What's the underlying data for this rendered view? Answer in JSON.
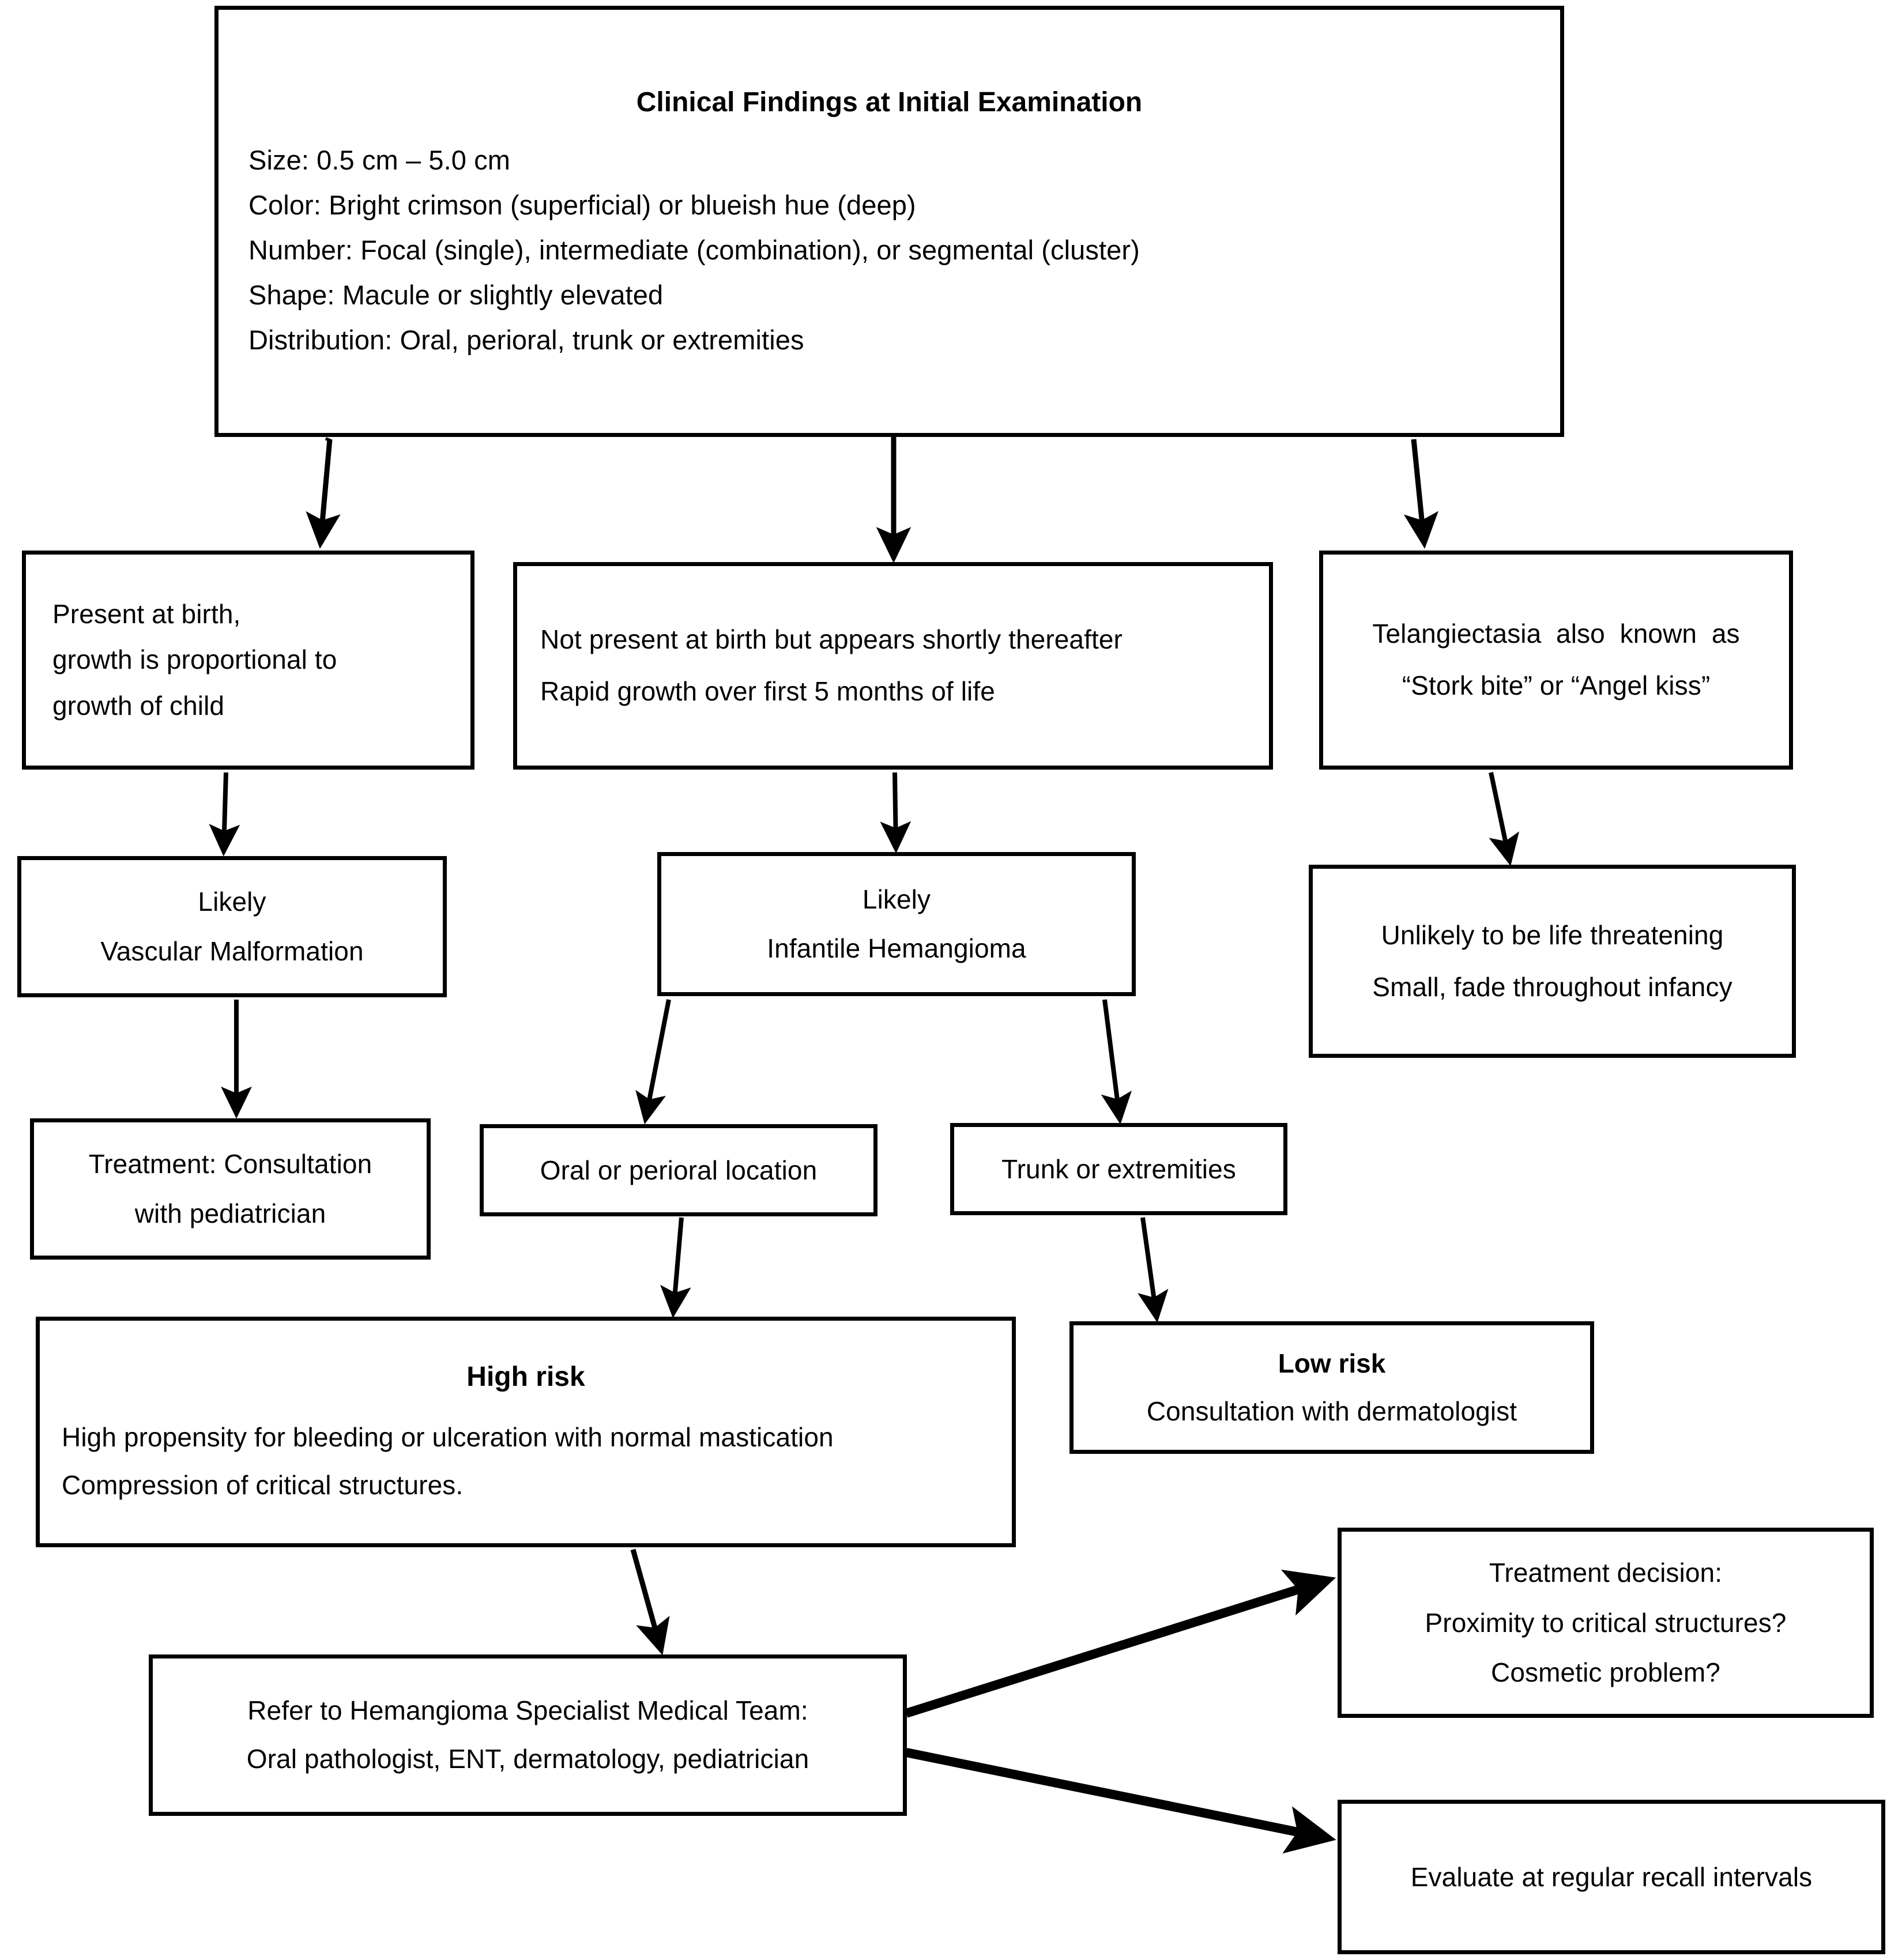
{
  "diagram": {
    "type": "flowchart",
    "title": "Clinical Findings at Initial Examination",
    "accent_color": "#000000",
    "background_color": "#ffffff"
  },
  "nodes": {
    "clinical_findings": {
      "title": "Clinical Findings at Initial Examination",
      "lines": [
        "Size: 0.5 cm – 5.0 cm",
        "Color: Bright crimson (superficial) or blueish hue (deep)",
        "Number: Focal (single), intermediate (combination), or segmental (cluster)",
        "Shape: Macule or slightly elevated",
        "Distribution: Oral, perioral, trunk or extremities"
      ]
    },
    "present_at_birth": {
      "lines": [
        "Present at birth,",
        "growth is proportional to",
        "growth of child"
      ]
    },
    "not_present_at_birth": {
      "lines": [
        "Not present at birth but appears shortly thereafter",
        "Rapid growth over first 5 months of life"
      ]
    },
    "telangiectasia": {
      "lines": [
        "Telangiectasia  also  known  as",
        "“Stork bite” or “Angel kiss”"
      ]
    },
    "vascular_malformation": {
      "lines": [
        "Likely",
        "Vascular Malformation"
      ]
    },
    "infantile_hemangioma": {
      "lines": [
        "Likely",
        "Infantile Hemangioma"
      ]
    },
    "unlikely_life_threatening": {
      "lines": [
        "Unlikely to be life threatening",
        "Small, fade throughout infancy"
      ]
    },
    "treatment_pediatrician": {
      "lines": [
        "Treatment: Consultation",
        "with pediatrician"
      ]
    },
    "oral_perioral": {
      "lines": [
        "Oral or perioral location"
      ]
    },
    "trunk_extremities": {
      "lines": [
        "Trunk or extremities"
      ]
    },
    "high_risk": {
      "title": "High risk",
      "lines": [
        "High propensity for bleeding or ulceration with normal mastication",
        "Compression of critical structures."
      ]
    },
    "low_risk": {
      "title": "Low risk",
      "lines": [
        "Consultation with dermatologist"
      ]
    },
    "refer_specialist": {
      "lines": [
        "Refer to Hemangioma Specialist Medical Team:",
        "Oral pathologist, ENT, dermatology, pediatrician"
      ]
    },
    "treatment_decision": {
      "lines": [
        "Treatment decision:",
        "Proximity to critical structures?",
        "Cosmetic problem?"
      ]
    },
    "evaluate_recall": {
      "lines": [
        "Evaluate at regular recall intervals"
      ]
    }
  },
  "edges": [
    {
      "name": "clinical-findings-to-present-at-birth",
      "from": "clinical_findings",
      "to": "present_at_birth"
    },
    {
      "name": "clinical-findings-to-not-present-at-birth",
      "from": "clinical_findings",
      "to": "not_present_at_birth"
    },
    {
      "name": "clinical-findings-to-telangiectasia",
      "from": "clinical_findings",
      "to": "telangiectasia"
    },
    {
      "name": "present-at-birth-to-vascular-malformation",
      "from": "present_at_birth",
      "to": "vascular_malformation"
    },
    {
      "name": "not-present-at-birth-to-infantile-hemangioma",
      "from": "not_present_at_birth",
      "to": "infantile_hemangioma"
    },
    {
      "name": "telangiectasia-to-unlikely-life-threatening",
      "from": "telangiectasia",
      "to": "unlikely_life_threatening"
    },
    {
      "name": "vascular-malformation-to-treatment",
      "from": "vascular_malformation",
      "to": "treatment_pediatrician"
    },
    {
      "name": "infantile-hemangioma-to-oral-perioral",
      "from": "infantile_hemangioma",
      "to": "oral_perioral"
    },
    {
      "name": "infantile-hemangioma-to-trunk-extremities",
      "from": "infantile_hemangioma",
      "to": "trunk_extremities"
    },
    {
      "name": "oral-perioral-to-high-risk",
      "from": "oral_perioral",
      "to": "high_risk"
    },
    {
      "name": "trunk-extremities-to-low-risk",
      "from": "trunk_extremities",
      "to": "low_risk"
    },
    {
      "name": "high-risk-to-refer-specialist",
      "from": "high_risk",
      "to": "refer_specialist"
    },
    {
      "name": "refer-specialist-to-treatment-decision",
      "from": "refer_specialist",
      "to": "treatment_decision"
    },
    {
      "name": "refer-specialist-to-evaluate-recall",
      "from": "refer_specialist",
      "to": "evaluate_recall"
    }
  ]
}
